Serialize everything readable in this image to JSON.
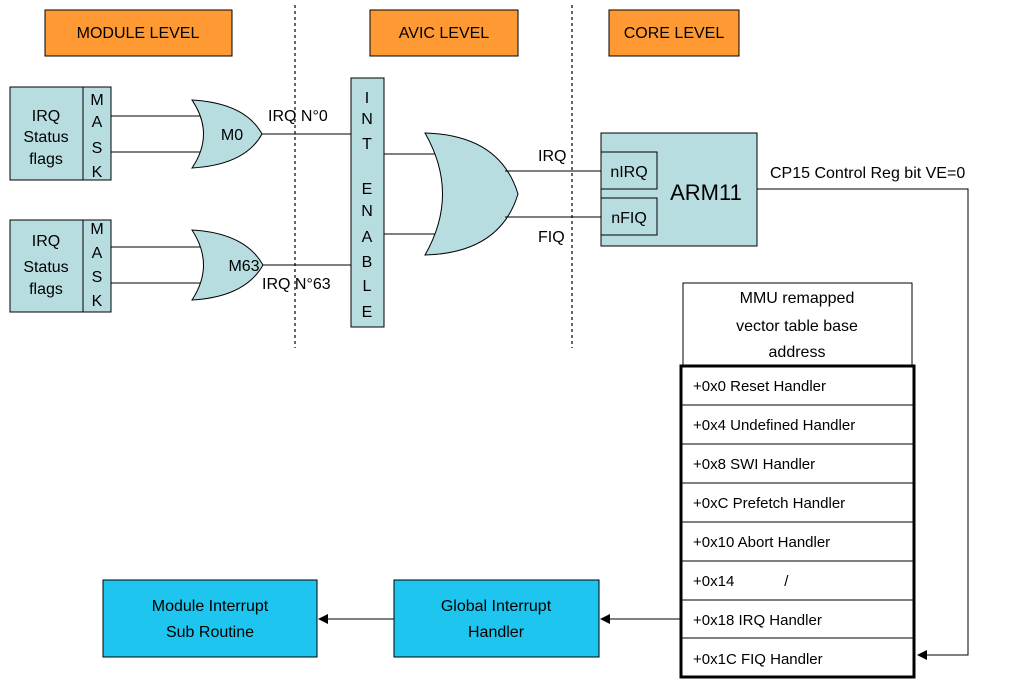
{
  "levels": {
    "module": "MODULE LEVEL",
    "avic": "AVIC LEVEL",
    "core": "CORE LEVEL"
  },
  "module_blocks": [
    {
      "status_lines": [
        "IRQ",
        "Status",
        "flags"
      ],
      "mask_letters": [
        "M",
        "A",
        "S",
        "K"
      ],
      "gate_label": "M0",
      "irq_label": "IRQ N°0"
    },
    {
      "status_lines": [
        "IRQ",
        "Status",
        "flags"
      ],
      "mask_letters": [
        "M",
        "A",
        "S",
        "K"
      ],
      "gate_label": "M63",
      "irq_label": "IRQ N°63"
    }
  ],
  "int_enable_letters": [
    "I",
    "N",
    "T",
    "",
    "E",
    "N",
    "A",
    "B",
    "L",
    "E"
  ],
  "core": {
    "irq_line_label": "IRQ",
    "fiq_line_label": "FIQ",
    "nirq": "nIRQ",
    "nfiq": "nFIQ",
    "cpu": "ARM11",
    "cp15": "CP15 Control Reg bit VE=0"
  },
  "vector_table": {
    "header_lines": [
      "MMU remapped",
      "vector table base",
      "address"
    ],
    "entries": [
      "+0x0 Reset Handler",
      "+0x4 Undefined Handler",
      "+0x8 SWI Handler",
      "+0xC Prefetch Handler",
      "+0x10 Abort Handler",
      "+0x14            /",
      "+0x18 IRQ Handler",
      "+0x1C FIQ Handler"
    ]
  },
  "handlers": {
    "global_lines": [
      "Global Interrupt",
      "Handler"
    ],
    "module_lines": [
      "Module Interrupt",
      "Sub Routine"
    ]
  },
  "colors": {
    "level_box": "#ff9933",
    "block_fill": "#b7dde0",
    "handler_fill": "#1ec5ee"
  }
}
